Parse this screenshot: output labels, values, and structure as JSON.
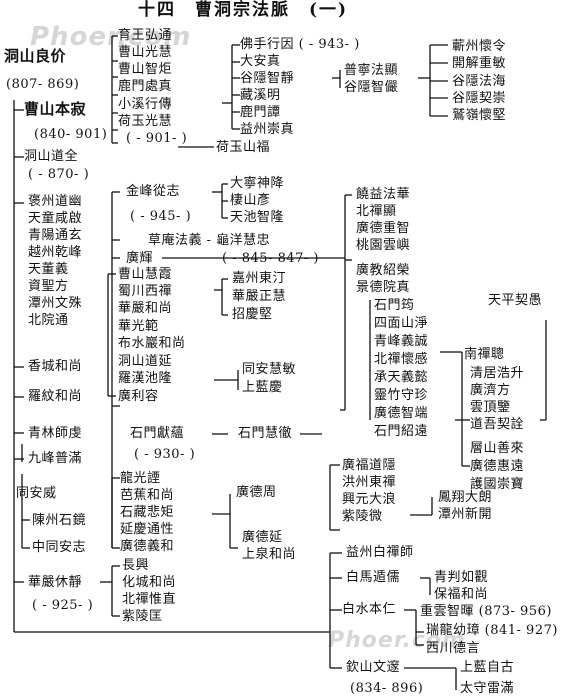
{
  "title": "十四　曹洞宗法脈　(一)",
  "watermark": "Phoer.com",
  "root": {
    "name": "洞山良价",
    "dates": "(807- 869)"
  },
  "benji": {
    "name": "曹山本寂",
    "dates": "(840- 901)",
    "disciples": [
      "育王弘通",
      "曹山光慧",
      "曹山智炬",
      "鹿門處真",
      "小溪行傳",
      "荷玉光慧",
      "( - 901- )"
    ],
    "lumen_disciples": [
      "佛手行因 ( - 943- )",
      "大安真",
      "谷隱智靜",
      "藏溪明",
      "鹿門譚",
      "益州崇真"
    ],
    "guyin_heirs": [
      "普寧法顯",
      "谷隱智儼"
    ],
    "guyin_grand": [
      "蘄州懷令",
      "開解重敏",
      "谷隱法海",
      "谷隱契崇",
      "鷲嶺懷堅"
    ],
    "heyu_heir": "荷玉山福"
  },
  "daoquan": {
    "name": "洞山道全",
    "dates": "( - 870- )"
  },
  "left_list": [
    "褒州道幽",
    "天童咸啟",
    "青陽通玄",
    "越州乾峰",
    "天董義",
    "資聖方",
    "潭州文殊",
    "北院通"
  ],
  "xianghe": "香城和尚",
  "luowen": "羅紋和尚",
  "jinfeng": {
    "name": "金峰從志",
    "dates": "( - 945- )",
    "heirs": [
      "大寧神降",
      "棲山彥",
      "天池智隆"
    ]
  },
  "caoan": "草庵法義 - 龜洋慧忠",
  "guanghui": {
    "name": "廣輝",
    "dates": "( - 845- 847- )"
  },
  "yunju_col": [
    "饒益法華",
    "北禪顯",
    "廣德重智",
    "桃園雲嶼"
  ],
  "guangjiao": [
    "廣教紹榮",
    "景德院真"
  ],
  "huixia": {
    "names": [
      "曹山慧霞",
      "蜀川西禪",
      "華嚴和尚",
      "華光範",
      "布水巖和尚",
      "洞山道延",
      "羅漢池隆",
      "廣利容"
    ],
    "heirs": [
      "嘉州東汀",
      "華嚴正慧",
      "招慶堅"
    ],
    "daoyan_heirs": [
      "同安慧敏",
      "上藍慶"
    ]
  },
  "shimen_col": [
    "石門筠",
    "四面山淨",
    "青峰義誠",
    "北禪懷感",
    "承天義懿",
    "靈竹守珍",
    "廣德智端",
    "石門紹遠"
  ],
  "tianping": "天平契愚",
  "nanchan": "南禪聰",
  "qingju_col": [
    "清居浩升",
    "廣濟方",
    "雲頂鑒",
    "道吾契詮",
    "層山善來",
    "廣德惠遠",
    "護國崇寶"
  ],
  "qinglin": "青林師虔",
  "jiufeng": "九峰普滿",
  "tongan": "同安威",
  "chenzhou": "陳州石鏡",
  "zhongtong": "中同安志",
  "shimen_xianyun": {
    "name": "石門獻蘊",
    "dates": "( - 930- )",
    "heir": "石門慧徹"
  },
  "guangxiang_col": [
    "廣福道隱",
    "洪州東禪",
    "興元大浪",
    "紫陵微"
  ],
  "fengxiang": [
    "鳳翔大朗",
    "潭州新開"
  ],
  "longguang_col": [
    "龍光諲",
    "芭蕉和尚",
    "石藏悲矩",
    "延慶通性",
    "廣德義和"
  ],
  "guangde_zhou": "廣德周",
  "guangde_yan": [
    "廣德延",
    "上泉和尚"
  ],
  "huayan": {
    "name": "華嚴休靜",
    "dates": "( - 925- )"
  },
  "changxing_col": [
    "長興",
    "化城和尚",
    "北禪惟直",
    "紫陵匡"
  ],
  "yizhou": "益州白禪師",
  "baima": "白馬遁儒",
  "baima_heirs": [
    "青判如觀",
    "保福和尚"
  ],
  "baishui": "白水本仁",
  "chongyun": "重雲智暉 (873- 956)",
  "ruilong": "瑞龍幼璋 (841- 927)",
  "xichuan": "西川德言",
  "qinshan": {
    "name": "欽山文邃",
    "dates": "(834- 896)"
  },
  "shanglan": "上藍自古",
  "taishou": "太守雷滿"
}
